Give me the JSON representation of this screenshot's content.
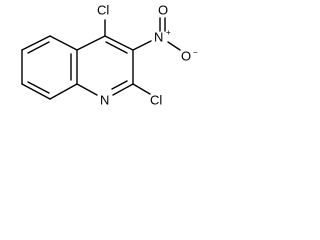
{
  "molecule": {
    "atoms": {
      "cl4": "Cl",
      "n_nitro": "N",
      "n_charge": "+",
      "o_top": "O",
      "o_right": "O",
      "o_charge": "−",
      "n_ring": "N",
      "cl2": "Cl"
    }
  }
}
